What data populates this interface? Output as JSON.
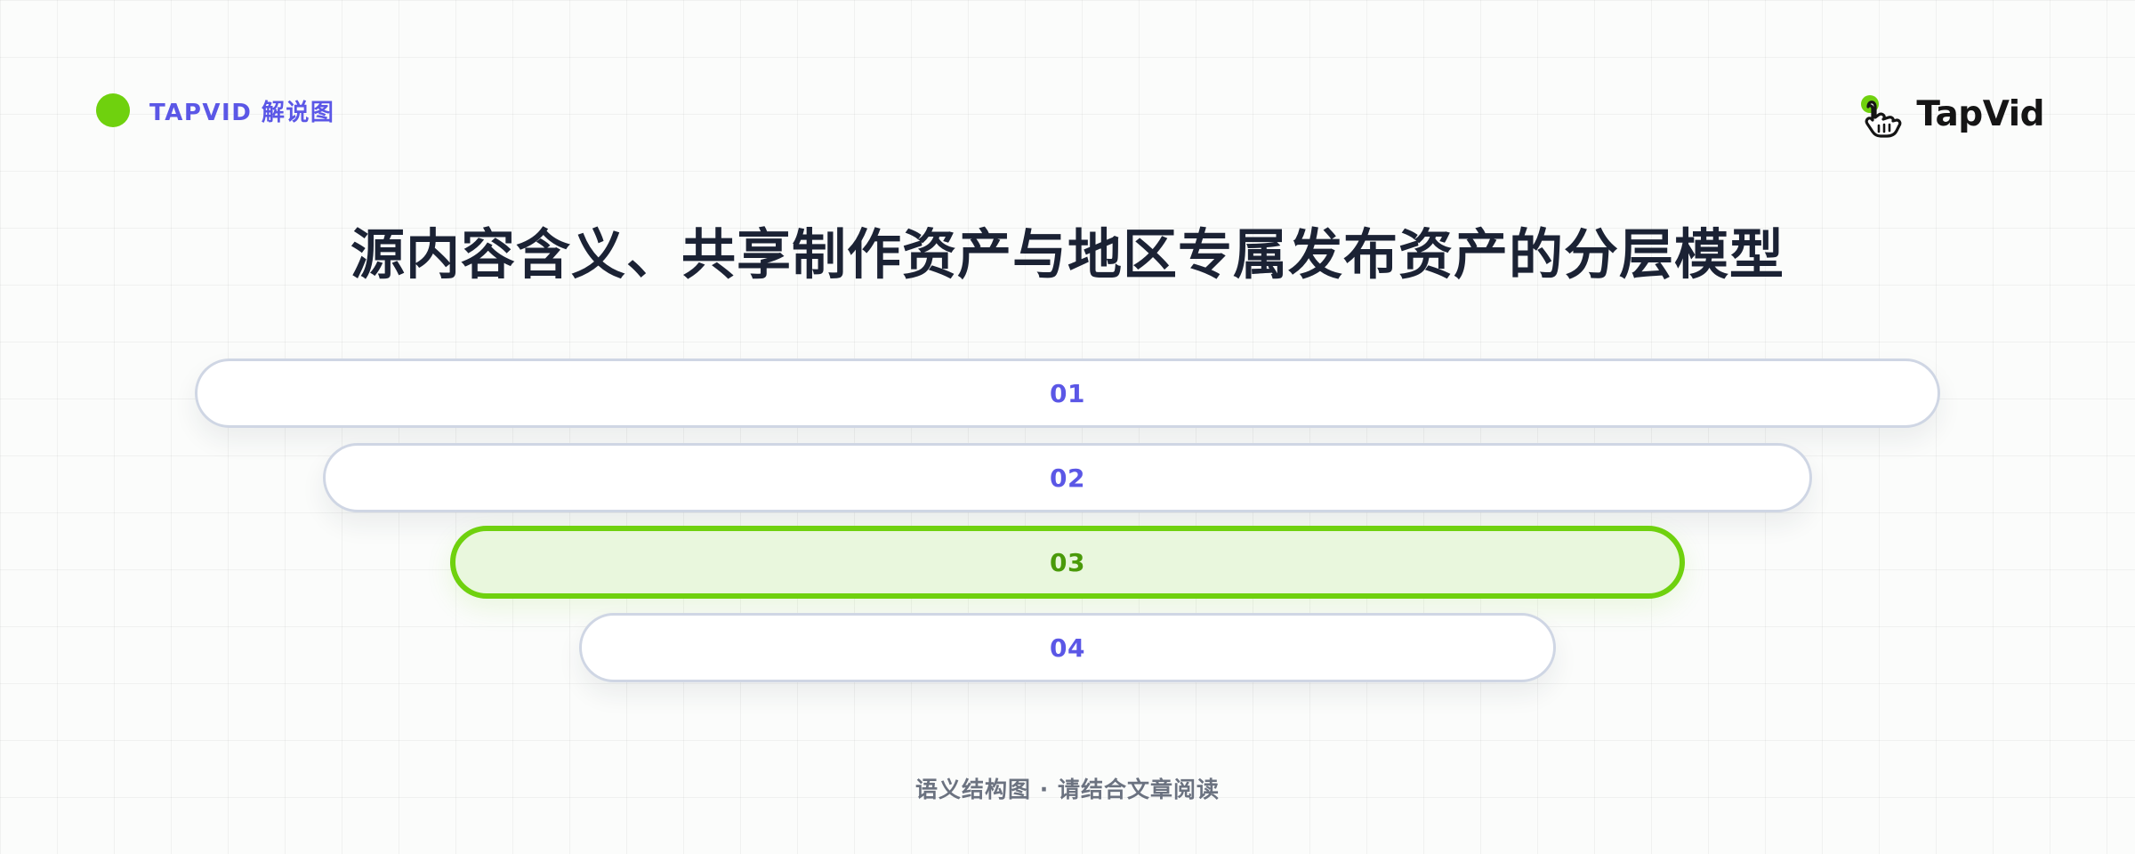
{
  "header": {
    "tag_label": "TAPVID 解说图",
    "logo_text": "TapVid"
  },
  "title": "源内容含义、共享制作资产与地区专属发布资产的分层模型",
  "layers": [
    {
      "label": "01",
      "highlighted": false
    },
    {
      "label": "02",
      "highlighted": false
    },
    {
      "label": "03",
      "highlighted": true
    },
    {
      "label": "04",
      "highlighted": false
    }
  ],
  "footer": "语义结构图 · 请结合文章阅读",
  "colors": {
    "accent_green": "#6fd10e",
    "accent_purple": "#5b57e6",
    "title": "#1b2234",
    "highlight_fill": "#e9f7dd",
    "layer_border": "#cfd6e4"
  },
  "icons": {
    "tag_dot": "green-dot-icon",
    "logo": "pointing-hand-icon"
  }
}
